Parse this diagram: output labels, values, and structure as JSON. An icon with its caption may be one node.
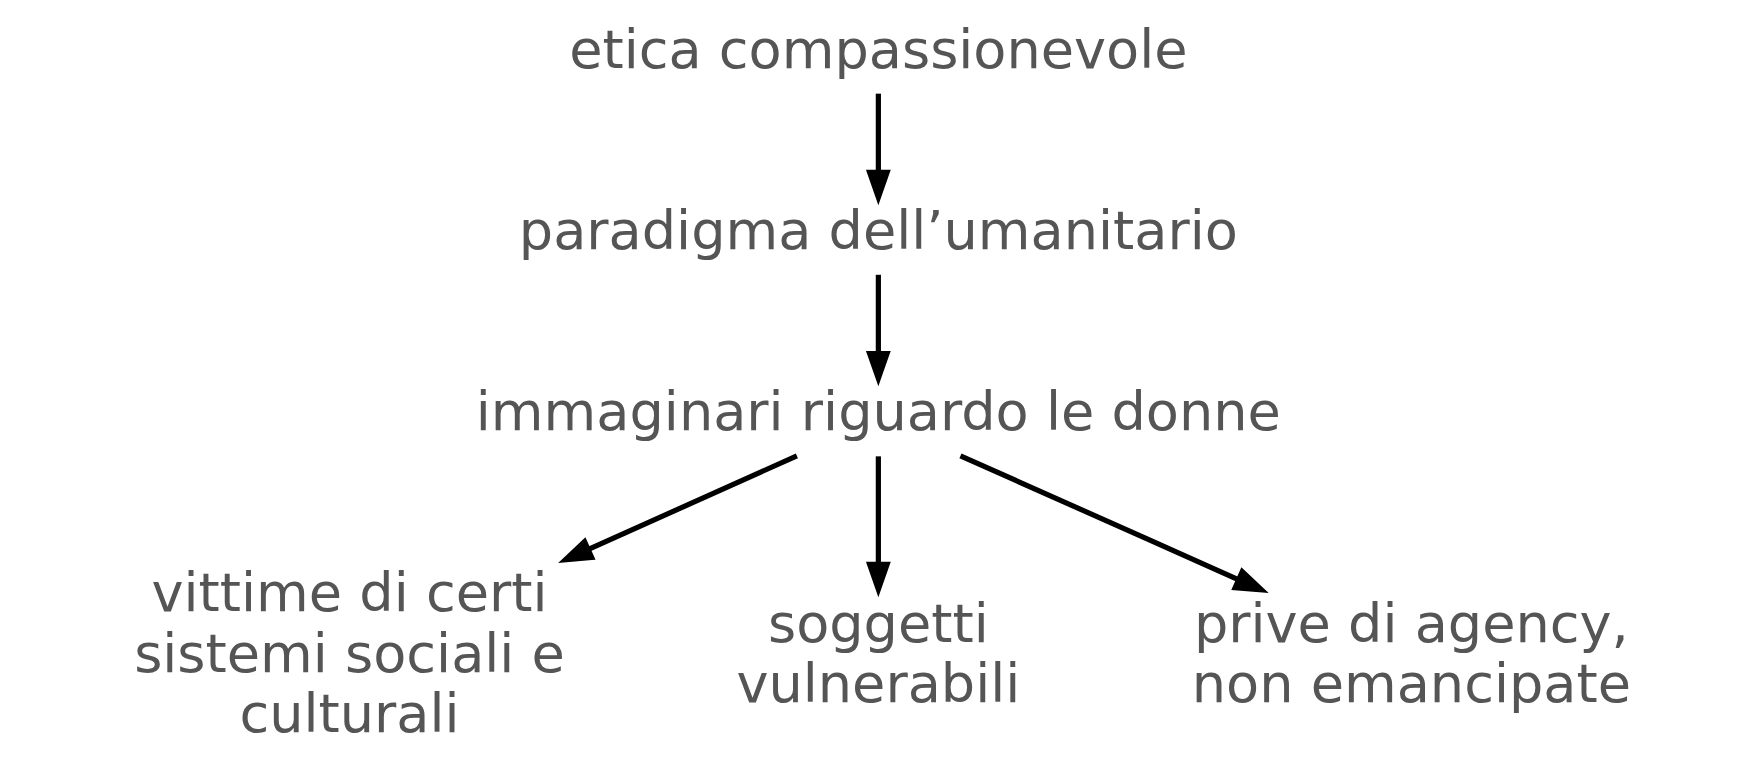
{
  "diagram": {
    "nodes": [
      {
        "text": [
          "etica compassionevole"
        ]
      },
      {
        "text": [
          "paradigma dell’umanitario"
        ]
      },
      {
        "text": [
          "immaginari riguardo le donne"
        ]
      },
      {
        "text": [
          "vittime di certi sistemi sociali e culturali"
        ]
      },
      {
        "text": [
          "soggetti vulnerabili"
        ]
      },
      {
        "text": [
          "prive di agency, non emancipate"
        ]
      }
    ],
    "edges": [
      {
        "from": 0,
        "to": 1,
        "arrow": "to"
      },
      {
        "from": 1,
        "to": 2,
        "arrow": "to"
      },
      {
        "from": 2,
        "to": 3,
        "arrow": "to"
      },
      {
        "from": 2,
        "to": 4,
        "arrow": "to"
      },
      {
        "from": 2,
        "to": 5,
        "arrow": "to"
      }
    ]
  }
}
